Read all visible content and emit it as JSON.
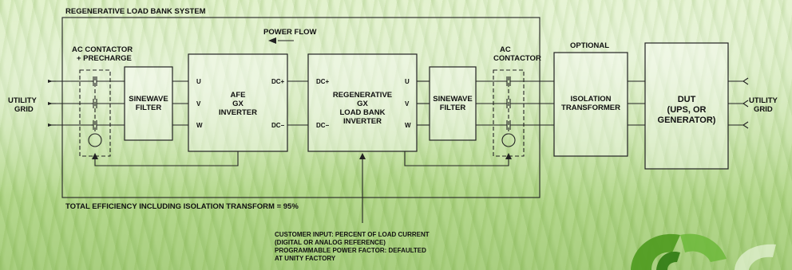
{
  "title": "REGENERATIVE LOAD BANK SYSTEM",
  "power_flow": "POWER FLOW",
  "left_grid": [
    "UTILITY",
    "GRID"
  ],
  "right_grid": [
    "UTILITY",
    "GRID"
  ],
  "ac_contactor_left": [
    "AC CONTACTOR",
    "+ PRECHARGE"
  ],
  "sinewave_filter_left": [
    "SINEWAVE",
    "FILTER"
  ],
  "afe_inverter": [
    "AFE",
    "GX",
    "INVERTER"
  ],
  "afe_phases": [
    "U",
    "V",
    "W"
  ],
  "afe_dc": [
    "DC+",
    "DC−"
  ],
  "regen_inverter": [
    "REGENERATIVE",
    "GX",
    "LOAD BANK",
    "INVERTER"
  ],
  "regen_dc": [
    "DC+",
    "DC−"
  ],
  "regen_phases": [
    "U",
    "V",
    "W"
  ],
  "sinewave_filter_right": [
    "SINEWAVE",
    "FILTER"
  ],
  "ac_contactor_right": [
    "AC",
    "CONTACTOR"
  ],
  "optional_label": "OPTIONAL",
  "isolation_transformer": [
    "ISOLATION",
    "TRANSFORMER"
  ],
  "dut": [
    "DUT",
    "(UPS, OR",
    "GENERATOR)"
  ],
  "efficiency_note": "TOTAL EFFICIENCY INCLUDING ISOLATION TRANSFORM = 95%",
  "customer_input": [
    "CUSTOMER INPUT: PERCENT OF LOAD CURRENT",
    "(DIGITAL OR ANALOG REFERENCE)",
    "PROGRAMMABLE POWER FACTOR: DEFAULTED",
    "AT UNITY FACTORY"
  ],
  "colors": {
    "line": "#222222",
    "background": "#c7e3a6",
    "logo_green": "#4e9a1e"
  }
}
